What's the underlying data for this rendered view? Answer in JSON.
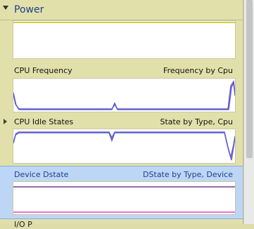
{
  "group": {
    "title": "Power"
  },
  "graphs": [
    {
      "title": "",
      "preset": ""
    },
    {
      "title": "CPU Frequency",
      "preset": "Frequency by Cpu"
    },
    {
      "title": "CPU Idle States",
      "preset": "State by Type, Cpu"
    },
    {
      "title": "Device Dstate",
      "preset": "DState by Type, Device"
    }
  ],
  "next_graph_label": "I/O P",
  "colors": {
    "power_line": "#d6cc3c",
    "cpu_series_a": "#5060d8",
    "cpu_series_b": "#8a5ab8",
    "dstate_top": "#7a3a8a",
    "dstate_bottom": "#e04ab8",
    "selection": "#bdd6f6"
  }
}
